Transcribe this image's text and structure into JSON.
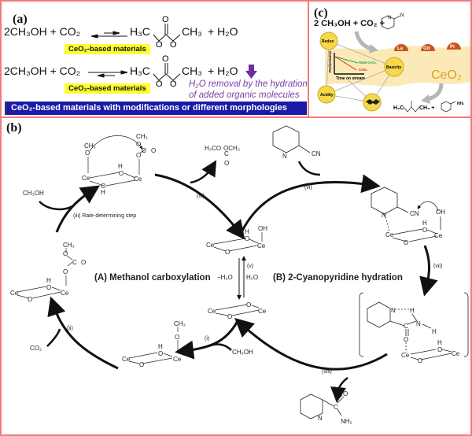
{
  "panels": {
    "a": {
      "label": "(a)",
      "eq1": {
        "reactant": "2CH₃OH + CO₂",
        "product": "+ H₂O",
        "catalyst": "CeO₂-based materials"
      },
      "eq2": {
        "reactant": "2CH₃OH + CO₂",
        "product": "+ H₂O",
        "catalyst": "CeO₂-based materials"
      },
      "water_note_line1": "H₂O removal by the hydration",
      "water_note_line2": "of added organic molecules",
      "banner": "CeO₂-based materials with modifications or different morphologies",
      "dmc_left": "H₃C",
      "dmc_right": "CH₃",
      "colors": {
        "highlight": "#ffff33",
        "banner": "#1a1aa6",
        "note": "#7a3fa6",
        "arrow": "#6a2fa0"
      }
    },
    "c": {
      "label": "(c)",
      "reaction": "2 CH₃OH + CO₂ +",
      "properties": [
        "Redox",
        "Basicity",
        "Acidity"
      ],
      "dopants": [
        "La",
        "Gd",
        "Pr"
      ],
      "support": "CeO₂",
      "chart_ylabel": "Performance",
      "chart_xlabel": "Time on stream",
      "series": [
        "REM-CeO₂",
        "CeO₂"
      ],
      "products_left": "H₃C",
      "products_mid": "CH₃ +",
      "products_amide": "NH₂",
      "colors": {
        "dopant": "#c8561c",
        "node": "#f5d94a",
        "band": "#fbeab8",
        "rem_line": "#1fa84a",
        "ceo2_line": "#e0201d"
      }
    },
    "b": {
      "label": "(b)",
      "cycle_a_title": "(A) Methanol carboxylation",
      "cycle_b_title": "(B) 2-Cyanopyridine hydration",
      "steps": {
        "i": "(i)",
        "ii": "(ii)",
        "iii": "(iii) Rate-determining step",
        "iv": "(iv)",
        "v": "(v)",
        "vi": "(vi)",
        "vii": "(vii)",
        "viii": "(viii)"
      },
      "reagents": {
        "methanol_top": "CH₃OH",
        "methanol_bottom": "CH₃OH",
        "co2": "CO₂",
        "minus_water": "−H₂O",
        "water": "H₂O",
        "dmc_left": "H₃CO",
        "dmc_right": "OCH₃",
        "cn": "CN",
        "nh2": "NH₂"
      },
      "atoms": {
        "ce": "Ce",
        "o": "O",
        "h": "H",
        "oh": "OH",
        "ch3": "CH₃",
        "c": "C",
        "n": "N"
      }
    }
  }
}
